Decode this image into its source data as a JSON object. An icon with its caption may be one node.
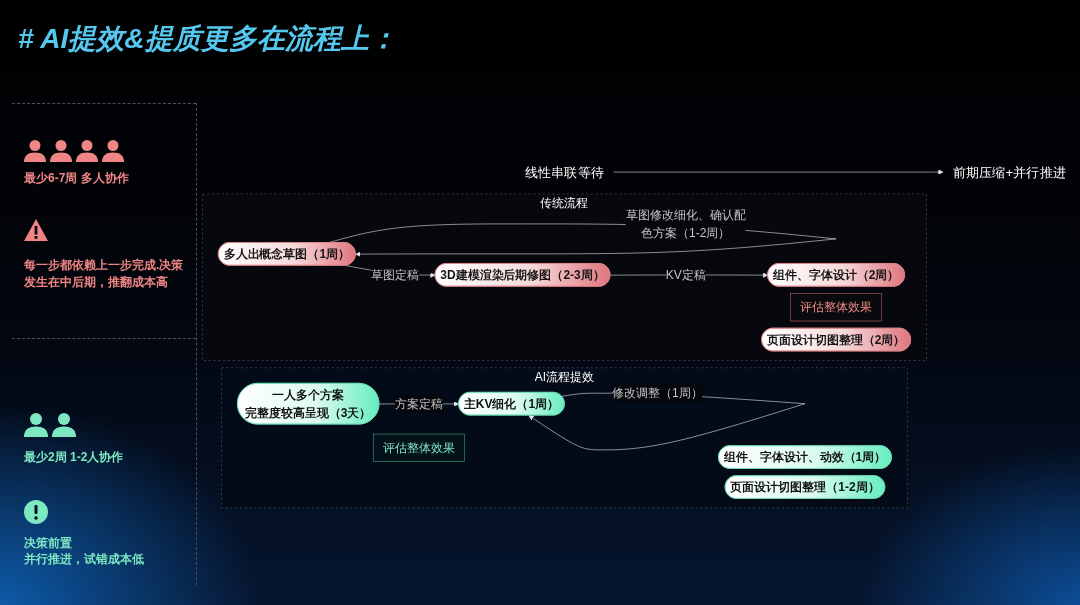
{
  "diagram": {
    "title": "# AI提效&提质更多在流程上：",
    "nodes": [
      {
        "text": [
          "线性串联等待"
        ]
      },
      {
        "text": [
          "前期压缩+并行推进"
        ]
      },
      {
        "text": [
          "传统流程"
        ]
      },
      {
        "text": [
          "多人出概念草图（1周）"
        ],
        "in": 2
      },
      {
        "text": [
          "3D建模渲染后期修图（2-3周）"
        ],
        "in": 2
      },
      {
        "text": [
          "评估整体效果"
        ],
        "in": 2
      },
      {
        "text": [
          "组件、字体设计（2周）"
        ],
        "in": 2
      },
      {
        "text": [
          "页面设计切图整理（2周）"
        ],
        "in": 2
      },
      {
        "text": [
          "AI流程提效"
        ]
      },
      {
        "text": [
          "一人多个方案",
          "完整度较高呈现（3天）"
        ],
        "in": 8
      },
      {
        "text": [
          "评估整体效果"
        ],
        "in": 8
      },
      {
        "text": [
          "主KV细化（1周）"
        ],
        "in": 8
      },
      {
        "text": [
          "组件、字体设计、动效（1周）"
        ],
        "in": 8
      },
      {
        "text": [
          "页面设计切图整理（1-2周）"
        ],
        "in": 8
      }
    ],
    "edges": [
      {
        "from": 0,
        "to": 1,
        "arrow": "to"
      },
      {
        "from": 3,
        "to": 3,
        "arrow": "to",
        "label": "草图修改细化、确认配色方案（1-2周）"
      },
      {
        "from": 3,
        "to": 4,
        "arrow": "to",
        "label": "草图定稿"
      },
      {
        "from": 4,
        "to": 6,
        "arrow": "to",
        "label": "KV定稿"
      },
      {
        "from": 11,
        "to": 11,
        "arrow": "to",
        "label": "修改调整（1周）"
      },
      {
        "from": 9,
        "to": 11,
        "arrow": "to",
        "label": "方案定稿"
      }
    ],
    "labels": [
      "最少6-7周 多人协作",
      "每一步都依赖上一步完成.决策发生在中后期，推翻成本高",
      "最少2周 1-2人协作",
      "决策前置",
      "并行推进，试错成本低"
    ]
  }
}
